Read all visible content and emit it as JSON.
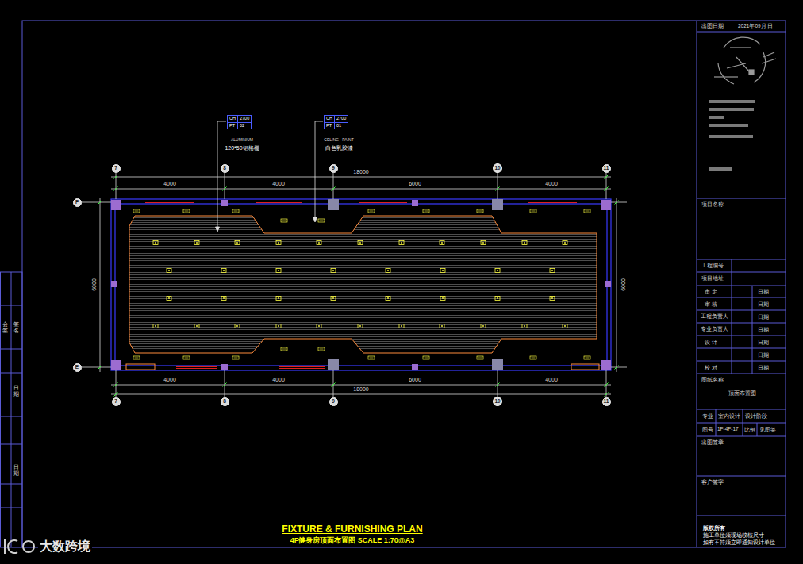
{
  "diagram": {
    "title": "FIXTURE & FURNISHING PLAN",
    "caption": "4F健身房顶面布置图 SCALE 1:70@A3",
    "nodes": [
      {
        "text": [
          "CH",
          "2700",
          "PT",
          "02"
        ]
      },
      {
        "text": [
          "CH",
          "2700",
          "PT",
          "01"
        ]
      },
      {
        "text": [
          "7"
        ]
      },
      {
        "text": [
          "8"
        ]
      },
      {
        "text": [
          "9"
        ]
      },
      {
        "text": [
          "10"
        ]
      },
      {
        "text": [
          "11"
        ]
      },
      {
        "text": [
          "F"
        ]
      },
      {
        "text": [
          "E"
        ]
      },
      {
        "text": [
          "7"
        ]
      },
      {
        "text": [
          "8"
        ]
      },
      {
        "text": [
          "9"
        ]
      },
      {
        "text": [
          "10"
        ]
      },
      {
        "text": [
          "11"
        ]
      }
    ],
    "labels": [
      "ALUMINIUM",
      "120*50铝格栅",
      "CELING - PAINT",
      "白色乳胶漆",
      "18000",
      "4000",
      "4000",
      "6000",
      "4000",
      "6000",
      "6000",
      "4000",
      "4000",
      "6000",
      "4000",
      "18000",
      "出图日期",
      "2021年09月 日",
      "项目名称",
      "工程编号",
      "项目地址",
      "审 定",
      "日期",
      "审 核",
      "日期",
      "工程负责人",
      "日期",
      "专业负责人",
      "日期",
      "设 计",
      "日期",
      "日期",
      "校 对",
      "日期",
      "图纸名称",
      "顶面布置图",
      "专业",
      "室内设计",
      "设计阶段",
      "图号",
      "1F-4F-17",
      "比例",
      "见图签",
      "出图签章",
      "客户签字",
      "版权所有",
      "施工单位须现场校核尺寸",
      "如有不符须立即通知设计单位",
      "会签",
      "签名",
      "日期",
      "日期",
      "大数跨境"
    ]
  }
}
